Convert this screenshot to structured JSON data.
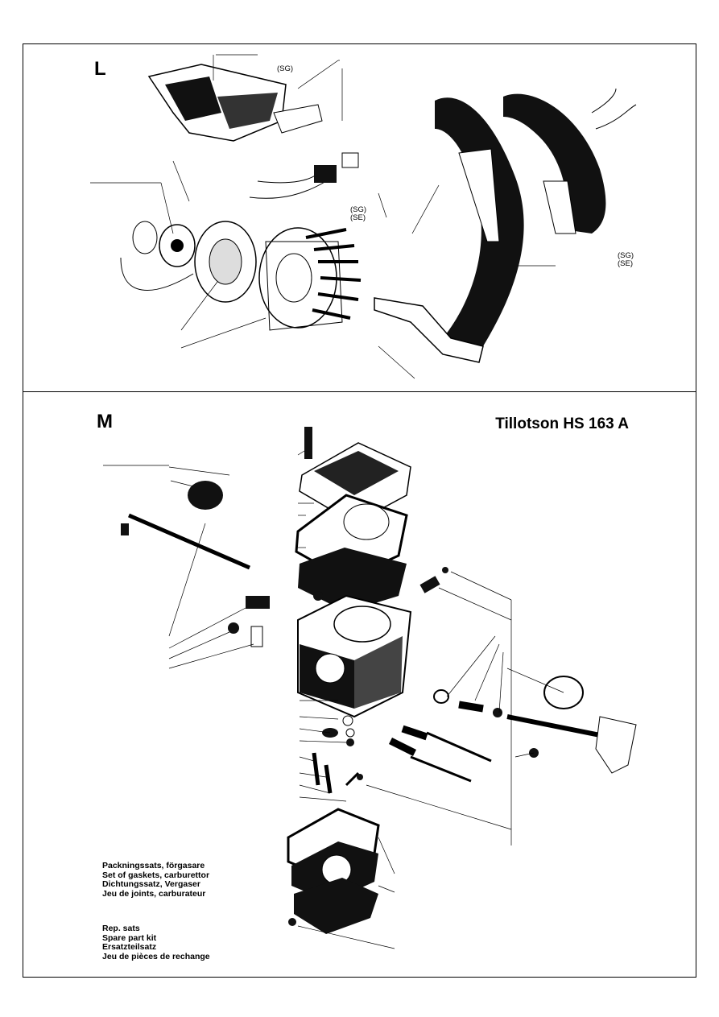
{
  "section_l": {
    "letter": "L",
    "labels": {
      "sg_top": "(SG)",
      "sg_se_left_sg": "(SG)",
      "sg_se_left_se": "(SE)",
      "sg_se_right_sg": "(SG)",
      "sg_se_right_se": "(SE)"
    }
  },
  "section_m": {
    "letter": "M",
    "title": "Tillotson HS 163 A",
    "gasket_kit": [
      "Packningssats, förgasare",
      "Set of gaskets, carburettor",
      "Dichtungssatz, Vergaser",
      "Jeu de joints, carburateur"
    ],
    "spare_kit": [
      "Rep. sats",
      "Spare part kit",
      "Ersatzteilsatz",
      "Jeu de pièces de rechange"
    ]
  }
}
